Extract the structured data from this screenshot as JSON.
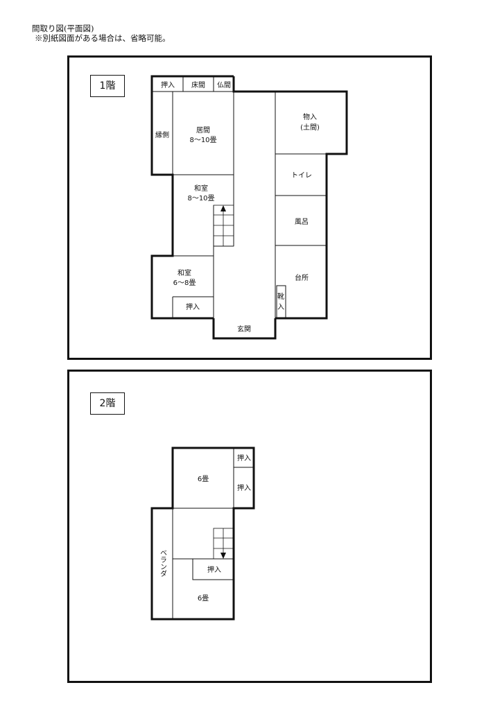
{
  "header": {
    "line1": "間取り図(平面図)",
    "line2": "※別紙図面がある場合は、省略可能。"
  },
  "floor1": {
    "label": "1階",
    "rooms": {
      "oshiire_top": "押入",
      "tokonoma": "床間",
      "butsuma": "仏間",
      "engawa": "縁側",
      "ima_name": "居間",
      "ima_size": "8～10畳",
      "washitsu1_name": "和室",
      "washitsu1_size": "8～10畳",
      "washitsu2_name": "和室",
      "washitsu2_size": "6～8畳",
      "oshiire_bottom": "押入",
      "genkan": "玄関",
      "monoire_name": "物入",
      "monoire_note": "(土間)",
      "toilet": "トイレ",
      "furo": "風呂",
      "daidokoro": "台所",
      "geta_1": "靴",
      "geta_2": "入"
    }
  },
  "floor2": {
    "label": "2階",
    "rooms": {
      "room_top_size": "6畳",
      "oshiire_a": "押入",
      "oshiire_b": "押入",
      "veranda": "ベランダ",
      "oshiire_c": "押入",
      "room_bottom_size": "6畳"
    }
  }
}
